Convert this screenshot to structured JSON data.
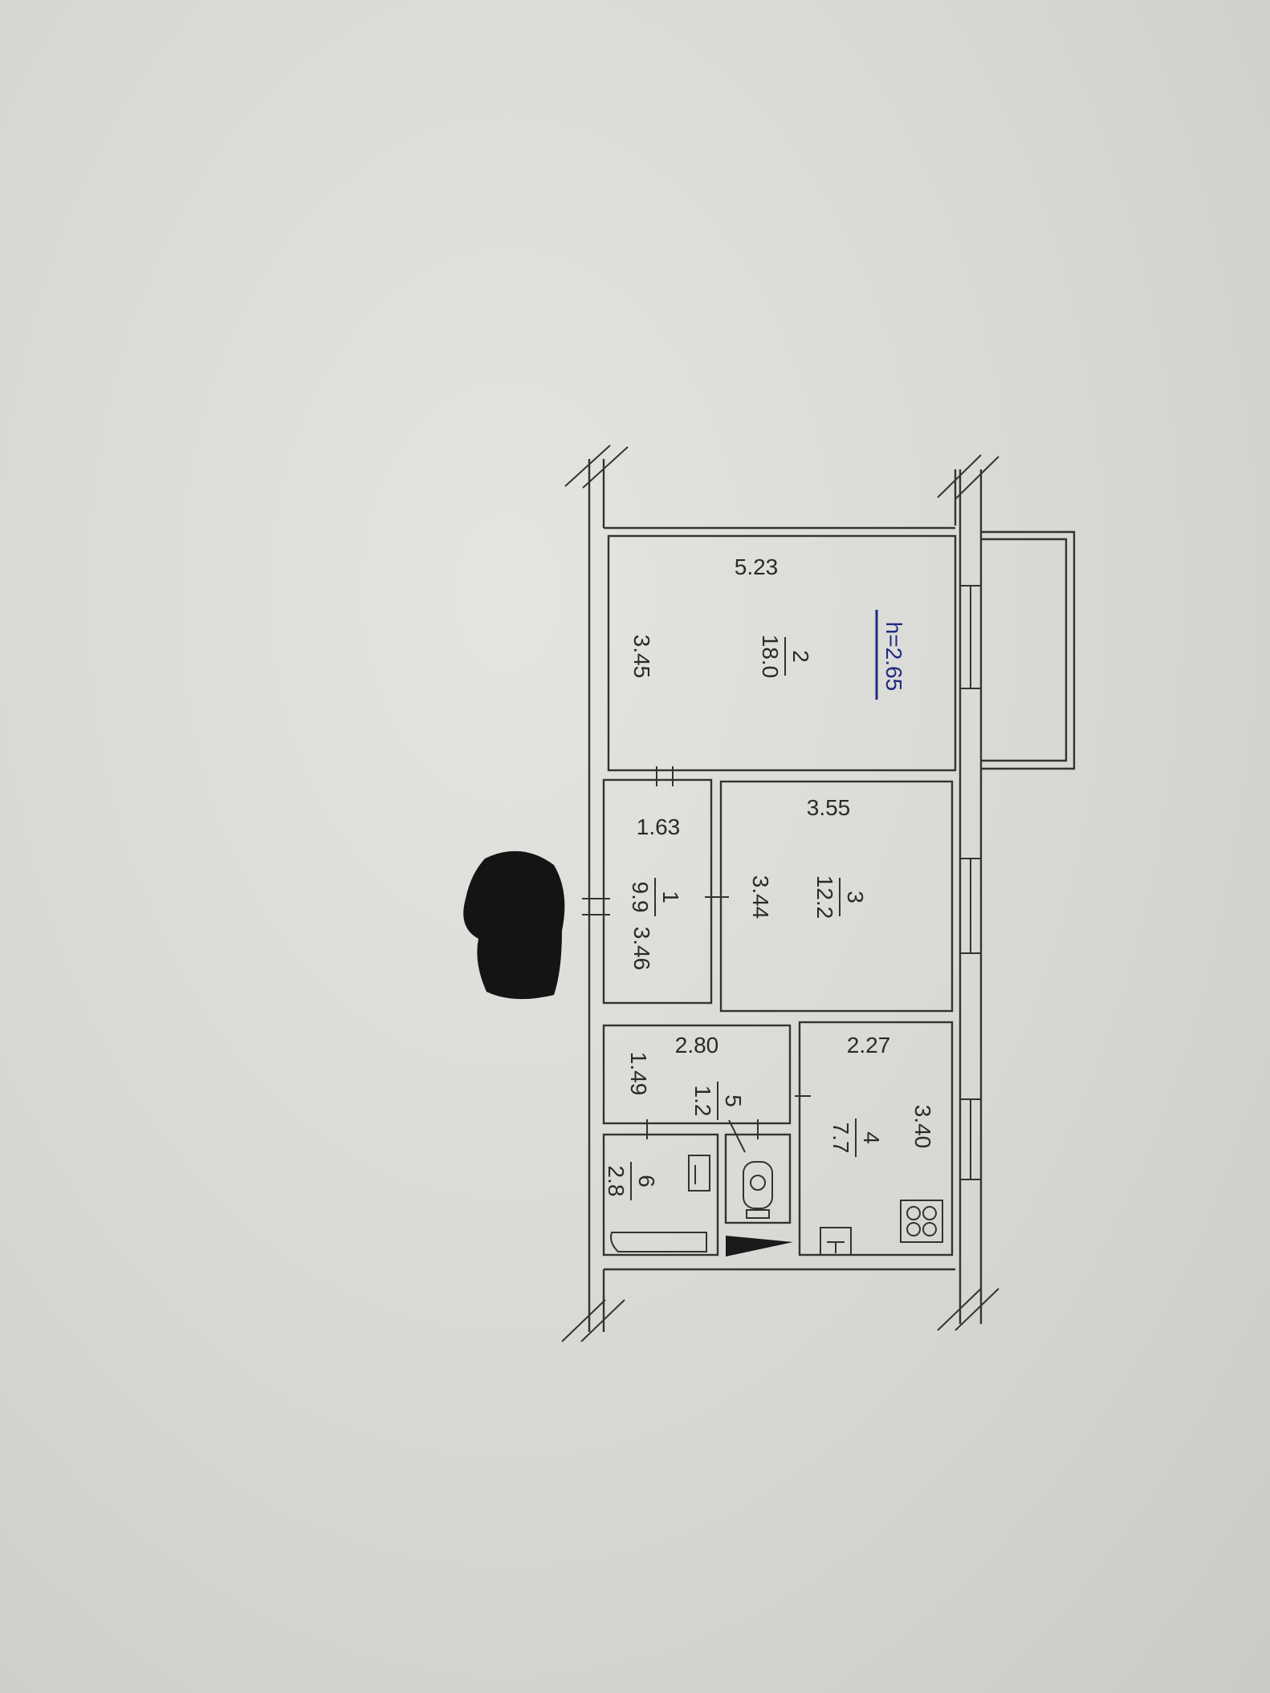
{
  "plan": {
    "ceiling_height": "h=2.65",
    "rooms": [
      {
        "id": "2",
        "area": "18.0",
        "length": "5.23",
        "width": "3.45"
      },
      {
        "id": "3",
        "area": "12.2",
        "length": "3.55",
        "width": "3.44"
      },
      {
        "id": "1",
        "area": "9.9",
        "length": "1.63",
        "width": "3.46"
      },
      {
        "id": "4",
        "area": "7.7",
        "length": "2.27",
        "width": "3.40"
      },
      {
        "id": "5",
        "area": "1.2",
        "length": "2.80",
        "width": "1.49"
      },
      {
        "id": "6",
        "area": "2.8"
      }
    ]
  },
  "colors": {
    "line": "#333333",
    "paper": "#d9d9d5",
    "height_mark": "#1f2a80"
  },
  "icons": [
    "stove-icon",
    "toilet-icon",
    "bathtub-icon",
    "sink-icon",
    "redaction-blot"
  ]
}
